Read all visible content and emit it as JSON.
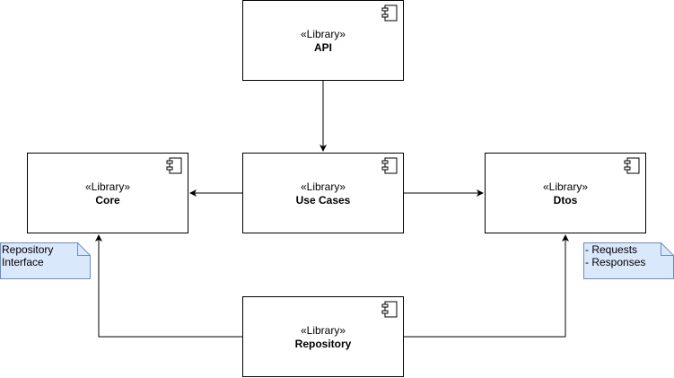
{
  "colors": {
    "stroke": "#000000",
    "box_fill": "#ffffff",
    "note_fill": "#dae8fc",
    "note_stroke": "#6c8ebf"
  },
  "components": {
    "api": {
      "stereotype": "«Library»",
      "name": "API",
      "icon": "component-icon"
    },
    "core": {
      "stereotype": "«Library»",
      "name": "Core",
      "icon": "component-icon"
    },
    "use_cases": {
      "stereotype": "«Library»",
      "name": "Use Cases",
      "icon": "component-icon"
    },
    "dtos": {
      "stereotype": "«Library»",
      "name": "Dtos",
      "icon": "component-icon"
    },
    "repository": {
      "stereotype": "«Library»",
      "name": "Repository",
      "icon": "component-icon"
    }
  },
  "notes": {
    "core_note": {
      "lines": [
        "Repository",
        "Interface"
      ]
    },
    "dtos_note": {
      "lines": [
        "- Requests",
        "- Responses"
      ]
    }
  },
  "edges": [
    {
      "from": "API",
      "to": "Use Cases"
    },
    {
      "from": "Use Cases",
      "to": "Core"
    },
    {
      "from": "Use Cases",
      "to": "Dtos"
    },
    {
      "from": "Repository",
      "to": "Core"
    },
    {
      "from": "Repository",
      "to": "Dtos"
    }
  ]
}
